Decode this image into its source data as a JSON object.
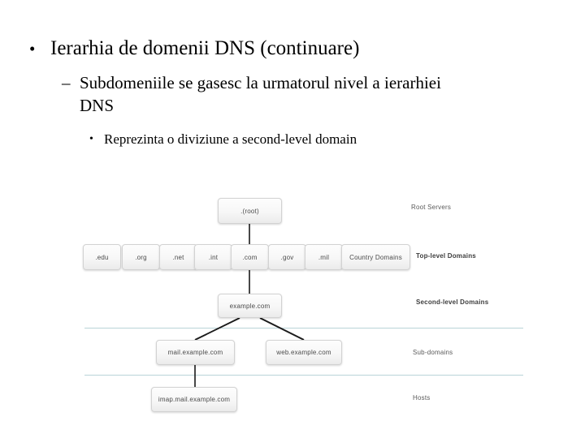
{
  "slide": {
    "bullets": [
      {
        "marker": "•",
        "text": "Ierarhia de domenii DNS (continuare)"
      },
      {
        "marker": "–",
        "text": "Subdomeniile se gasesc la urmatorul nivel a ierarhiei DNS"
      },
      {
        "marker": "•",
        "text": "Reprezinta o diviziune a second-level domain"
      }
    ]
  },
  "diagram": {
    "root": {
      "label": ".(root)"
    },
    "tlds": [
      {
        "label": ".edu"
      },
      {
        "label": ".org"
      },
      {
        "label": ".net"
      },
      {
        "label": ".int"
      },
      {
        "label": ".com"
      },
      {
        "label": ".gov"
      },
      {
        "label": ".mil"
      },
      {
        "label": "Country Domains"
      }
    ],
    "second_level": [
      {
        "label": "example.com"
      }
    ],
    "sub_domains": [
      {
        "label": "mail.example.com"
      },
      {
        "label": "web.example.com"
      }
    ],
    "hosts": [
      {
        "label": "imap.mail.example.com"
      }
    ],
    "tier_labels": [
      {
        "label": "Root Servers"
      },
      {
        "label": "Top-level Domains"
      },
      {
        "label": "Second-level Domains"
      },
      {
        "label": "Sub-domains"
      },
      {
        "label": "Hosts"
      }
    ],
    "colors": {
      "node_border": "#d2d2d2",
      "node_fill": "#f7f7f7",
      "node_text": "#4a4a4a",
      "connector": "#1a1a1a",
      "tier_rule": "#b9d3d8",
      "slide_text": "#000000",
      "background": "#ffffff"
    }
  }
}
